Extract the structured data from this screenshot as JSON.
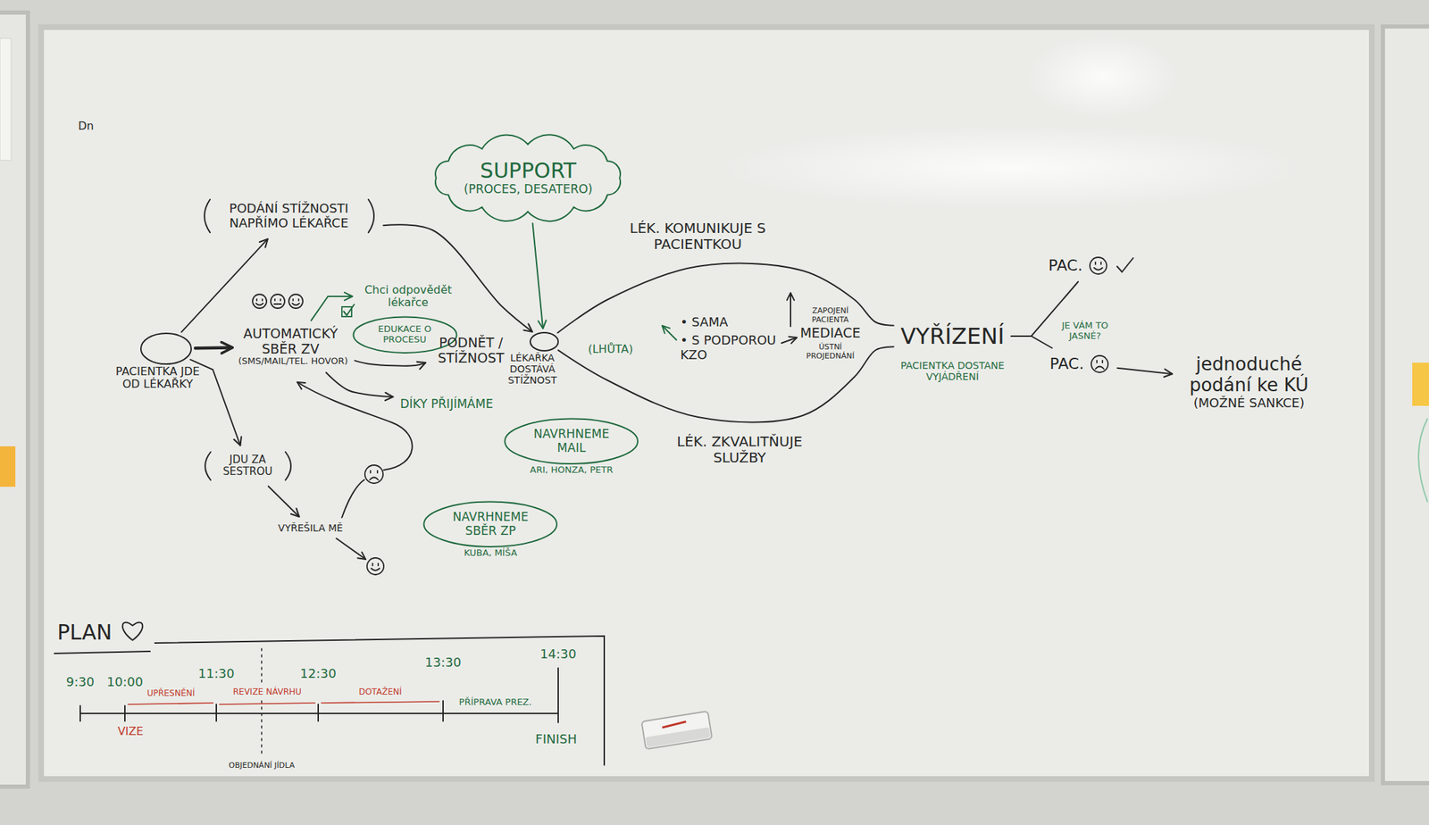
{
  "diagram": {
    "nodes": [
      {
        "text": [
          "SUPPORT",
          "(PROCES, DESATERO)"
        ]
      },
      {
        "text": [
          "PODÁNÍ STÍŽNOSTI NAPŘÍMO LÉKAŘCE"
        ]
      },
      {
        "text": [
          "Chci odpovědět lékařce"
        ]
      },
      {
        "text": [
          "AUTOMATICKÝ SBĚR ZV",
          "(SMS/MAIL/TEL. HOVOR)"
        ]
      },
      {
        "text": [
          "EDUKACE O PROCESU"
        ]
      },
      {
        "text": [
          "PACIENTKA JDE OD LÉKAŘKY"
        ]
      },
      {
        "text": [
          "PODNĚT / STÍŽNOST"
        ]
      },
      {
        "text": [
          "LÉKAŘKA DOSTÁVÁ STÍŽNOST"
        ]
      },
      {
        "text": [
          "DÍKY PŘIJÍMÁME"
        ]
      },
      {
        "text": [
          "JDU ZA SESTROU"
        ]
      },
      {
        "text": [
          "NAVRHNEME MAIL",
          "ARI, HONZA, PETR"
        ]
      },
      {
        "text": [
          "VYŘEŠILA MĚ"
        ]
      },
      {
        "text": [
          "NAVRHNEME SBĚR ZP",
          "KUBA, MÍŠA"
        ]
      },
      {
        "text": [
          "VYŘÍZENÍ"
        ]
      },
      {
        "text": [
          "PAC."
        ]
      },
      {
        "text": [
          "PAC."
        ]
      },
      {
        "text": [
          "jednoduché podání ke KÚ",
          "(MOŽNÉ SANKCE)"
        ]
      }
    ],
    "edges": [
      {
        "from": 5,
        "to": 1,
        "arrow": "to"
      },
      {
        "from": 1,
        "to": 7,
        "arrow": "to"
      },
      {
        "from": 0,
        "to": 7,
        "arrow": "to"
      },
      {
        "from": 5,
        "to": 3,
        "arrow": "to"
      },
      {
        "from": 3,
        "to": 2,
        "arrow": "to"
      },
      {
        "from": 3,
        "to": 6,
        "arrow": "to"
      },
      {
        "from": 3,
        "to": 8,
        "arrow": "to"
      },
      {
        "from": 5,
        "to": 9,
        "arrow": "to"
      },
      {
        "from": 9,
        "to": 11,
        "arrow": "to"
      },
      {
        "from": 7,
        "to": 13,
        "label": "LÉK. KOMUNIKUJE S PACIENTKOU",
        "arrow": "none"
      },
      {
        "from": 7,
        "to": 13,
        "label": "LÉK. ZKVALITŇUJE SLUŽBY",
        "arrow": "none"
      },
      {
        "from": 13,
        "to": 14,
        "arrow": "none"
      },
      {
        "from": 13,
        "to": 15,
        "arrow": "none"
      },
      {
        "from": 15,
        "to": 16,
        "arrow": "to"
      }
    ],
    "labels": [
      "Dn",
      "• SAMA",
      "• S PODPOROU KZO",
      "(LHŮTA)",
      "ZAPOJENÍ PACIENTA",
      "MEDIACE",
      "ÚSTNÍ PROJEDNÁNÍ",
      "PACIENTKA DOSTANE VYJÁDŘENÍ",
      "JE VÁM TO JASNÉ?",
      "PLAN",
      "9:30",
      "10:00",
      "11:30",
      "12:30",
      "13:30",
      "14:30",
      "UPŘESNĚNÍ",
      "REVIZE NÁVRHU",
      "DOTAŽENÍ",
      "PŘÍPRAVA PREZ.",
      "VIZE",
      "FINISH",
      "OBJEDNÁNÍ JÍDLA"
    ]
  }
}
